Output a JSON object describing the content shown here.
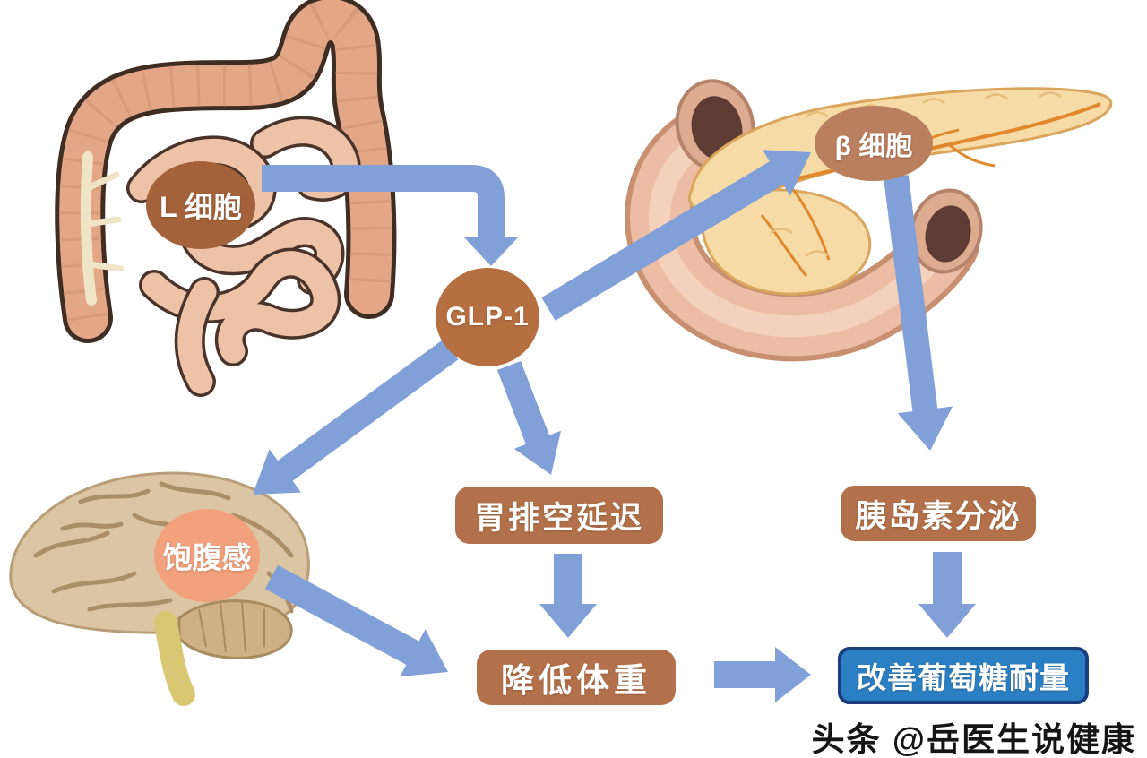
{
  "nodes": {
    "l_cell": {
      "label": "L 细胞"
    },
    "glp1": {
      "label": "GLP-1"
    },
    "beta_cell": {
      "label": "β 细胞"
    },
    "satiety": {
      "label": "饱腹感"
    },
    "gastric_emptying": {
      "label": "胃排空延迟"
    },
    "insulin_secretion": {
      "label": "胰岛素分泌"
    },
    "weight_loss": {
      "label": "降低体重"
    },
    "glucose_tolerance": {
      "label": "改善葡萄糖耐量"
    }
  },
  "edges": [
    {
      "from": "l_cell",
      "to": "glp1"
    },
    {
      "from": "glp1",
      "to": "beta_cell"
    },
    {
      "from": "glp1",
      "to": "satiety"
    },
    {
      "from": "glp1",
      "to": "gastric_emptying"
    },
    {
      "from": "beta_cell",
      "to": "insulin_secretion"
    },
    {
      "from": "satiety",
      "to": "weight_loss"
    },
    {
      "from": "gastric_emptying",
      "to": "weight_loss"
    },
    {
      "from": "insulin_secretion",
      "to": "glucose_tolerance"
    },
    {
      "from": "weight_loss",
      "to": "glucose_tolerance"
    }
  ],
  "illustrations": {
    "intestine": "intestine-illustration",
    "pancreas": "pancreas-with-duodenum-illustration",
    "brain": "brain-illustration"
  },
  "watermark": {
    "text": "头条 @岳医生说健康"
  },
  "colors": {
    "arrow": "#82a0d8",
    "node_brown_dark": "#a3623a",
    "node_brown": "#b56f41",
    "node_brown_light": "#b97f5f",
    "node_salmon": "#f2a17d",
    "box_brown": "#b2714a",
    "box_blue": "#2b7fc3",
    "box_blue_border": "#1b3e7e",
    "text": "#ffffff"
  }
}
